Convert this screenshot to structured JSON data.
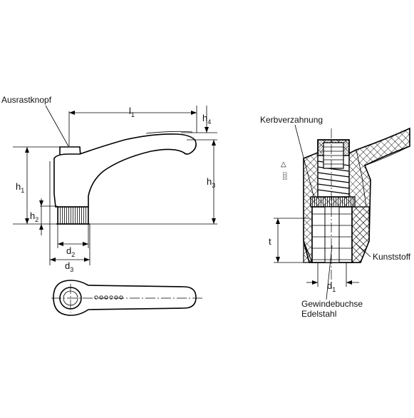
{
  "labels": {
    "ausrastknopf": "Ausrastknopf",
    "kerbverzahnung": "Kerbverzahnung",
    "kunststoff": "Kunststoff",
    "gewindebuchse": "Gewindebuchse",
    "edelstahl": "Edelstahl"
  },
  "dimensions": {
    "l1": {
      "base": "l",
      "sub": "1"
    },
    "h1": {
      "base": "h",
      "sub": "1"
    },
    "h2": {
      "base": "h",
      "sub": "2"
    },
    "h3": {
      "base": "h",
      "sub": "3"
    },
    "h4": {
      "base": "h",
      "sub": "4"
    },
    "d1": {
      "base": "d",
      "sub": "1"
    },
    "d2": {
      "base": "d",
      "sub": "2"
    },
    "d3": {
      "base": "d",
      "sub": "3"
    },
    "t": {
      "base": "t",
      "sub": ""
    }
  },
  "surface_symbol": {
    "triangle": "△",
    "boxes": "▯▯▯"
  },
  "colors": {
    "line": "#000000",
    "background": "#ffffff",
    "hatch": "#000000"
  }
}
